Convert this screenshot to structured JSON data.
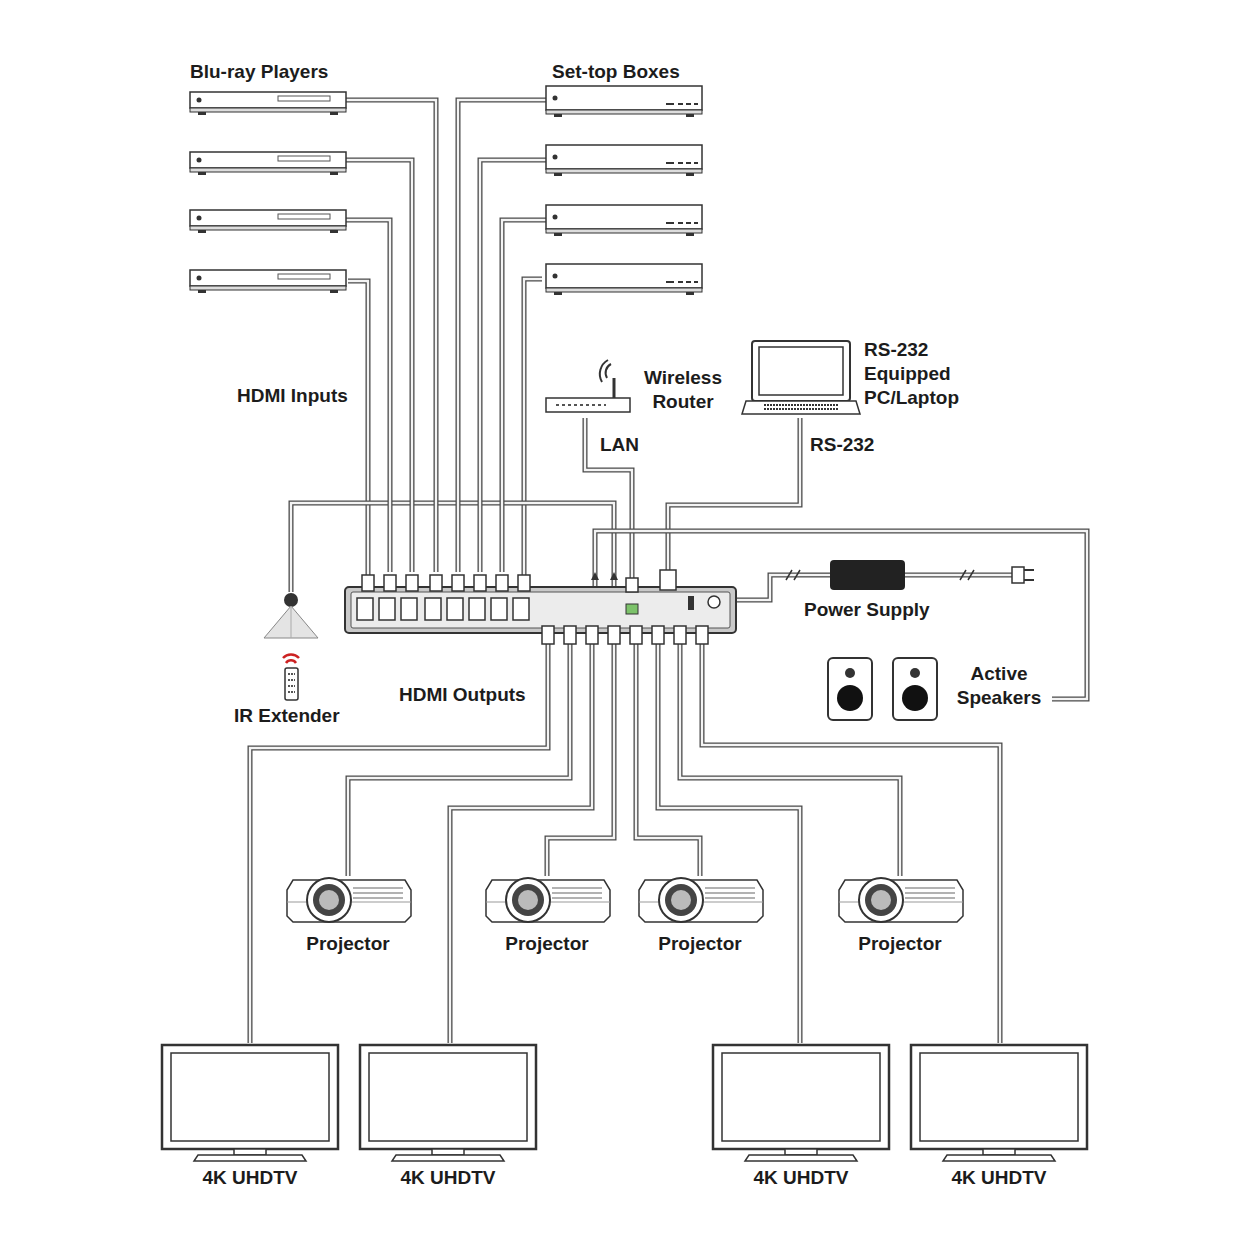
{
  "diagram": {
    "nodes": [
      {
        "text": [
          "Blu-ray Players"
        ]
      },
      {
        "text": [
          "Set-top Boxes"
        ]
      },
      {
        "text": [
          "Wireless Router"
        ]
      },
      {
        "text": [
          "RS-232 Equipped PC/Laptop"
        ]
      },
      {
        "text": []
      },
      {
        "text": [
          "IR Extender"
        ]
      },
      {
        "text": [
          "Power Supply"
        ]
      },
      {
        "text": [
          "Active Speakers"
        ]
      },
      {
        "text": [
          "Projector"
        ]
      },
      {
        "text": [
          "Projector"
        ]
      },
      {
        "text": [
          "Projector"
        ]
      },
      {
        "text": [
          "Projector"
        ]
      },
      {
        "text": [
          "4K UHDTV"
        ]
      },
      {
        "text": [
          "4K UHDTV"
        ]
      },
      {
        "text": [
          "4K UHDTV"
        ]
      },
      {
        "text": [
          "4K UHDTV"
        ]
      }
    ],
    "edges": [
      {
        "from": 0,
        "to": 4,
        "arrow": "none"
      },
      {
        "from": 1,
        "to": 4,
        "arrow": "none"
      },
      {
        "from": 2,
        "to": 4,
        "label": "LAN",
        "arrow": "none"
      },
      {
        "from": 3,
        "to": 4,
        "label": "RS-232",
        "arrow": "none"
      },
      {
        "from": 4,
        "to": 5,
        "arrow": "none"
      },
      {
        "from": 4,
        "to": 6,
        "arrow": "none"
      },
      {
        "from": 4,
        "to": 7,
        "arrow": "none"
      },
      {
        "from": 4,
        "to": 8,
        "arrow": "none"
      },
      {
        "from": 4,
        "to": 9,
        "arrow": "none"
      },
      {
        "from": 4,
        "to": 10,
        "arrow": "none"
      },
      {
        "from": 4,
        "to": 11,
        "arrow": "none"
      },
      {
        "from": 4,
        "to": 12,
        "arrow": "none"
      },
      {
        "from": 4,
        "to": 13,
        "arrow": "none"
      },
      {
        "from": 4,
        "to": 14,
        "arrow": "none"
      },
      {
        "from": 4,
        "to": 15,
        "arrow": "none"
      }
    ],
    "labels": [
      "HDMI Inputs",
      "HDMI Outputs"
    ]
  }
}
